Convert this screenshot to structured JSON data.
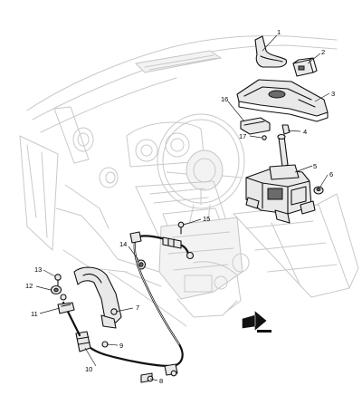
{
  "callouts": [
    {
      "id": "c1",
      "label": "1"
    },
    {
      "id": "c2",
      "label": "2"
    },
    {
      "id": "c3",
      "label": "3"
    },
    {
      "id": "c4",
      "label": "4"
    },
    {
      "id": "c5",
      "label": "5"
    },
    {
      "id": "c6",
      "label": "6"
    },
    {
      "id": "c7",
      "label": "7"
    },
    {
      "id": "c8",
      "label": "8"
    },
    {
      "id": "c9",
      "label": "9"
    },
    {
      "id": "c10",
      "label": "10"
    },
    {
      "id": "c11",
      "label": "11"
    },
    {
      "id": "c12",
      "label": "12"
    },
    {
      "id": "c13",
      "label": "13"
    },
    {
      "id": "c14",
      "label": "14"
    },
    {
      "id": "c15",
      "label": "15"
    },
    {
      "id": "c16",
      "label": "16"
    },
    {
      "id": "c17",
      "label": "17"
    }
  ],
  "colors": {
    "ghost_outline": "#c9c9c9",
    "part_outline": "#111111",
    "part_fill": "#e9e9e9",
    "background": "#ffffff"
  },
  "icons": {
    "front_arrow": "front-direction-arrow-icon"
  }
}
